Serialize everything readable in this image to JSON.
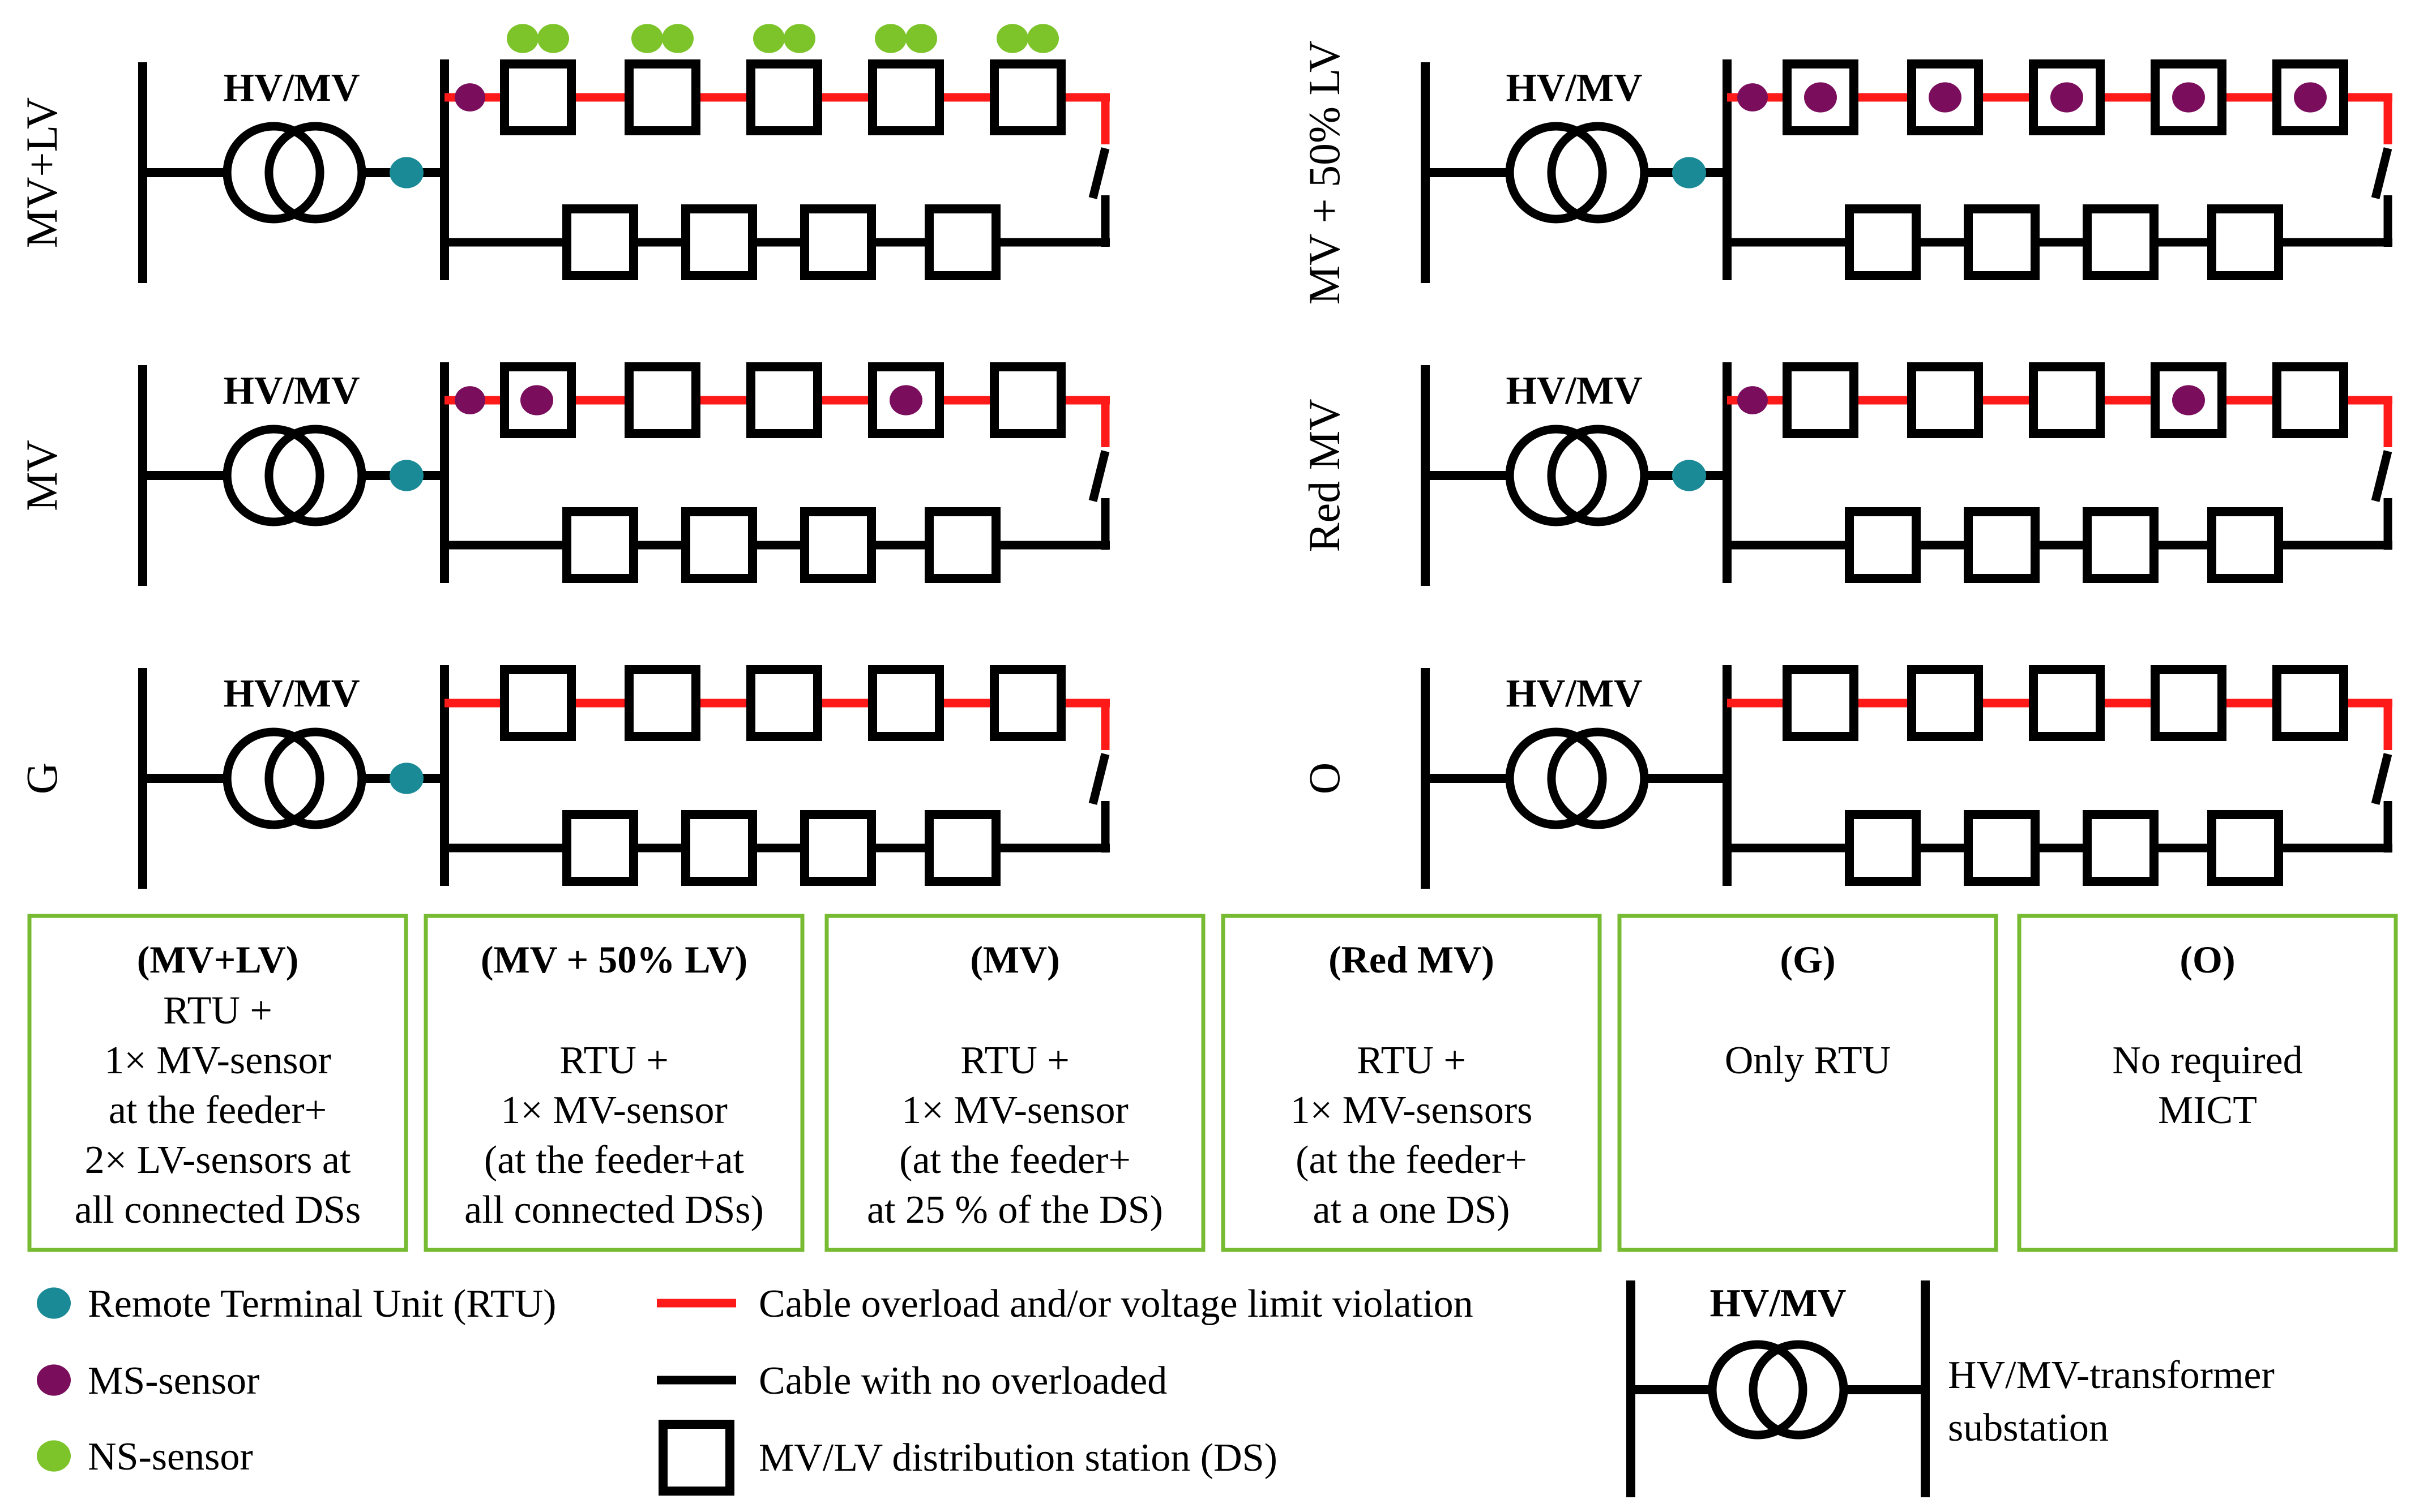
{
  "substation_label": "HV/MV",
  "panels": [
    {
      "id": "mv-lv",
      "side_label": "MV+LV",
      "rtu": true,
      "feeder_sensor": true,
      "ms_sensor_ds": [],
      "ns_sensor_ds": [
        1,
        2,
        3,
        4,
        5
      ]
    },
    {
      "id": "mv",
      "side_label": "MV",
      "rtu": true,
      "feeder_sensor": true,
      "ms_sensor_ds": [
        1,
        4
      ],
      "ns_sensor_ds": []
    },
    {
      "id": "g",
      "side_label": "G",
      "rtu": true,
      "feeder_sensor": false,
      "ms_sensor_ds": [],
      "ns_sensor_ds": []
    },
    {
      "id": "mv-50lv",
      "side_label": "MV + 50% LV",
      "rtu": true,
      "feeder_sensor": true,
      "ms_sensor_ds": [
        1,
        2,
        3,
        4,
        5
      ],
      "ns_sensor_ds": []
    },
    {
      "id": "red-mv",
      "side_label": "Red MV",
      "rtu": true,
      "feeder_sensor": true,
      "ms_sensor_ds": [
        4
      ],
      "ns_sensor_ds": []
    },
    {
      "id": "o",
      "side_label": "O",
      "rtu": false,
      "feeder_sensor": false,
      "ms_sensor_ds": [],
      "ns_sensor_ds": []
    }
  ],
  "scenario_boxes": [
    {
      "title": "(MV+LV)",
      "lines": [
        "RTU +",
        "1× MV-sensor",
        "at the feeder+",
        "2× LV-sensors at",
        "all connected DSs"
      ]
    },
    {
      "title": "(MV + 50% LV)",
      "lines": [
        "",
        "RTU +",
        "1× MV-sensor",
        "(at the feeder+at",
        "all connected DSs)"
      ]
    },
    {
      "title": "(MV)",
      "lines": [
        "",
        "RTU +",
        "1× MV-sensor",
        "(at the feeder+",
        "at 25 % of the DS)"
      ]
    },
    {
      "title": "(Red MV)",
      "lines": [
        "",
        "RTU +",
        "1× MV-sensors",
        "(at the feeder+",
        "at a one DS)"
      ]
    },
    {
      "title": "(G)",
      "lines": [
        "",
        "Only RTU"
      ]
    },
    {
      "title": "(O)",
      "lines": [
        "",
        "No required",
        "MICT"
      ]
    }
  ],
  "legend": {
    "rtu": "Remote Terminal Unit (RTU)",
    "ms_sensor": "MS-sensor",
    "ns_sensor": "NS-sensor",
    "overload": "Cable overload and/or voltage limit violation",
    "no_overload": "Cable with no overloaded",
    "ds": "MV/LV distribution station (DS)",
    "substation_title": "HV/MV",
    "substation_desc_1": "HV/MV-transformer",
    "substation_desc_2": "substation"
  },
  "colors": {
    "rtu": "#1a8a96",
    "ms_sensor": "#7a0e5c",
    "ns_sensor": "#7cc42a",
    "overload": "#ff1a1a",
    "box_border": "#77bb33",
    "line": "#000000"
  }
}
